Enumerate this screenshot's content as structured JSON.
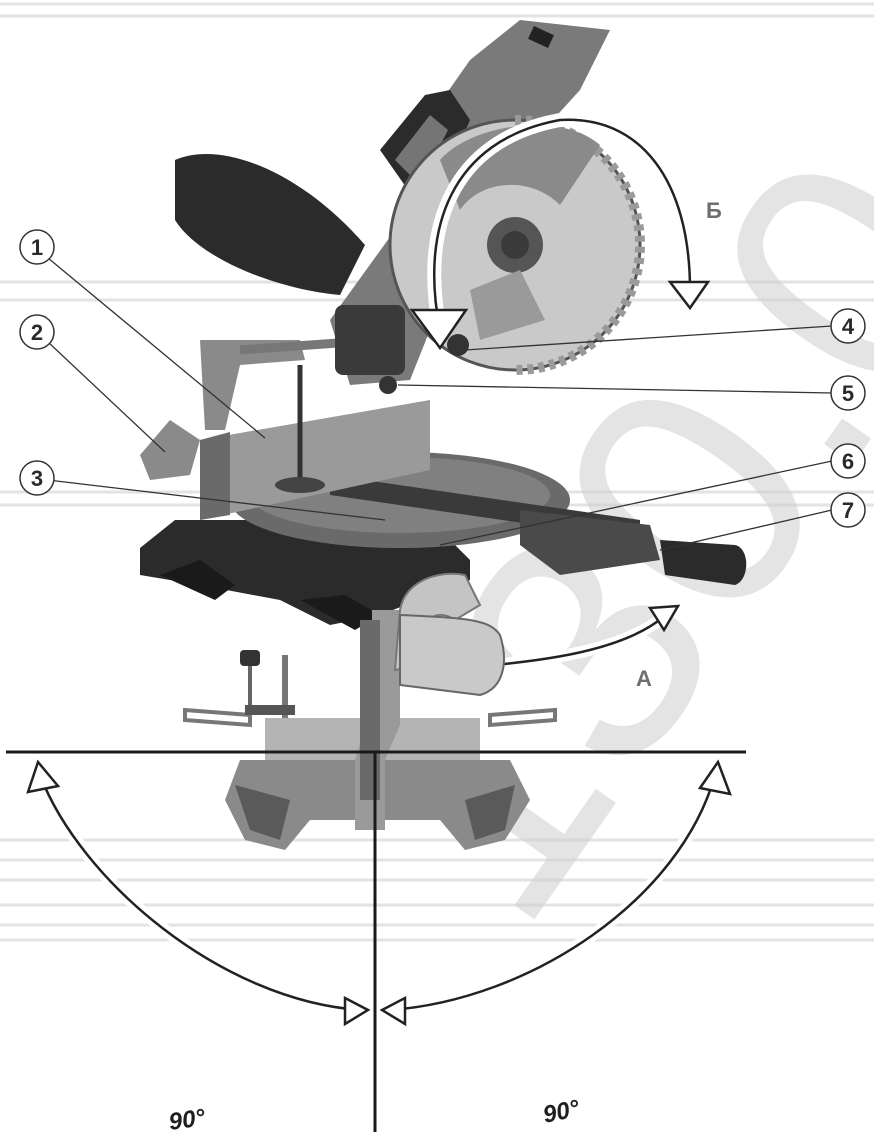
{
  "watermark": "130.0",
  "callouts": [
    {
      "n": "1"
    },
    {
      "n": "2"
    },
    {
      "n": "3"
    },
    {
      "n": "4"
    },
    {
      "n": "5"
    },
    {
      "n": "6"
    },
    {
      "n": "7"
    }
  ],
  "rotation_labels": {
    "miter": "А",
    "blade": "Б"
  },
  "angles": {
    "left": "90°",
    "right": "90°"
  },
  "colors": {
    "dark": "#2b2b2b",
    "mid": "#6a6a6a",
    "light": "#b4b4b4",
    "blade": "#c9c9c9"
  }
}
